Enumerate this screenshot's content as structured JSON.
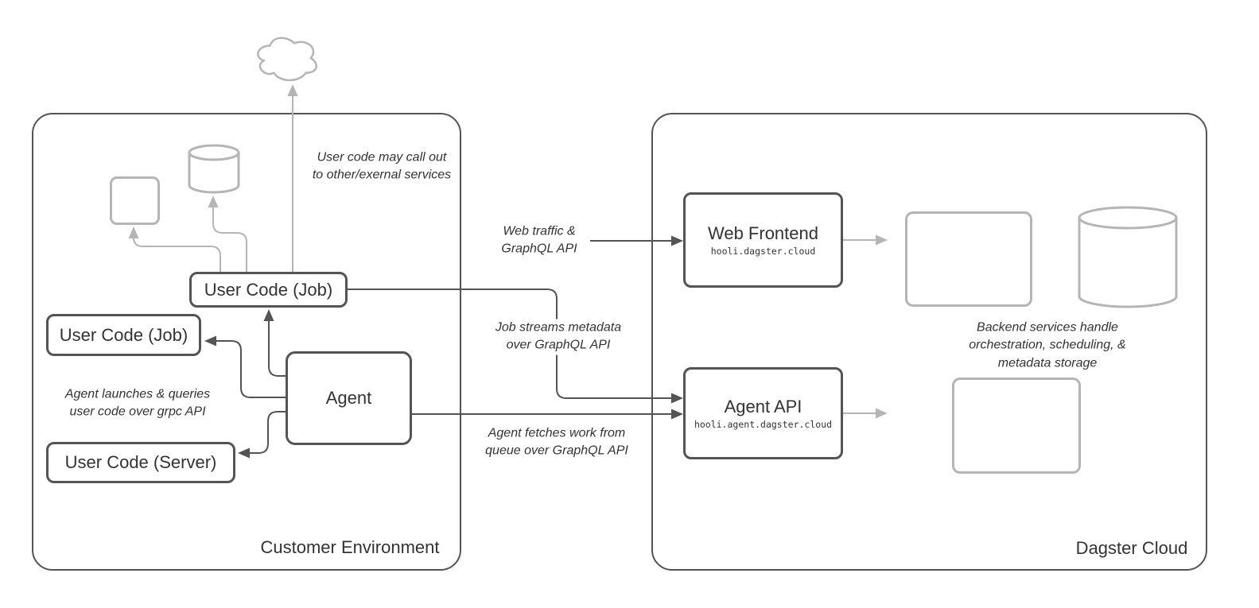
{
  "diagram": {
    "containers": {
      "customer_environment": {
        "label": "Customer Environment"
      },
      "dagster_cloud": {
        "label": "Dagster Cloud"
      }
    },
    "nodes": {
      "user_code_job_top": {
        "label": "User Code (Job)"
      },
      "user_code_job_left": {
        "label": "User Code (Job)"
      },
      "user_code_server": {
        "label": "User Code (Server)"
      },
      "agent": {
        "label": "Agent"
      },
      "web_frontend": {
        "label": "Web Frontend",
        "subtitle": "hooli.dagster.cloud"
      },
      "agent_api": {
        "label": "Agent API",
        "subtitle": "hooli.agent.dagster.cloud"
      }
    },
    "annotations": {
      "external_services": "User code may call out\nto other/exernal services",
      "agent_grpc": "Agent launches & queries\nuser code over grpc API",
      "web_traffic": "Web traffic &\nGraphQL API",
      "job_streams": "Job streams metadata\nover GraphQL API",
      "agent_fetches": "Agent fetches work from\nqueue over GraphQL API",
      "backend_services": "Backend services handle\norchestration, scheduling, &\nmetadata storage"
    },
    "colors": {
      "dark_stroke": "#545454",
      "light_stroke": "#b5b5b5",
      "text": "#333333",
      "background": "#ffffff"
    }
  }
}
